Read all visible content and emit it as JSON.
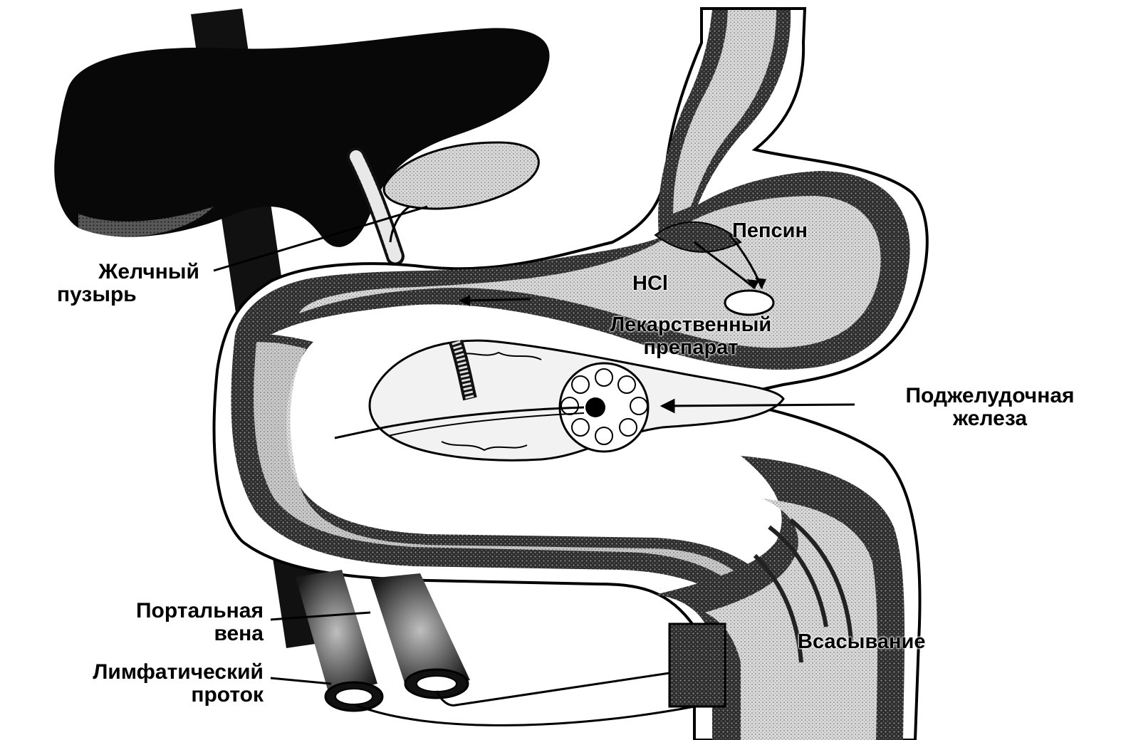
{
  "labels": {
    "gallbladder": [
      "Желчный",
      "пузырь"
    ],
    "pepsin": "Пепсин",
    "hcl": "HCl",
    "drug": [
      "Лекарственный",
      "препарат"
    ],
    "pancreas": [
      "Поджелудочная",
      "железа"
    ],
    "portal_vein": [
      "Портальная",
      "вена"
    ],
    "lymph_duct": [
      "Лимфатический",
      "проток"
    ],
    "absorption": "Всасывание"
  },
  "icons": {
    "liver": "liver-organ",
    "gallbladder": "gallbladder-organ",
    "stomach": "stomach-organ",
    "pancreas": "pancreas-organ",
    "intestine": "intestine-organ",
    "vessels": "vessel-tubes"
  },
  "colors": {
    "ink": "#000000",
    "tissue_dark": "#3a3a3a",
    "tissue_light": "#cfcfcf",
    "background": "#ffffff"
  }
}
